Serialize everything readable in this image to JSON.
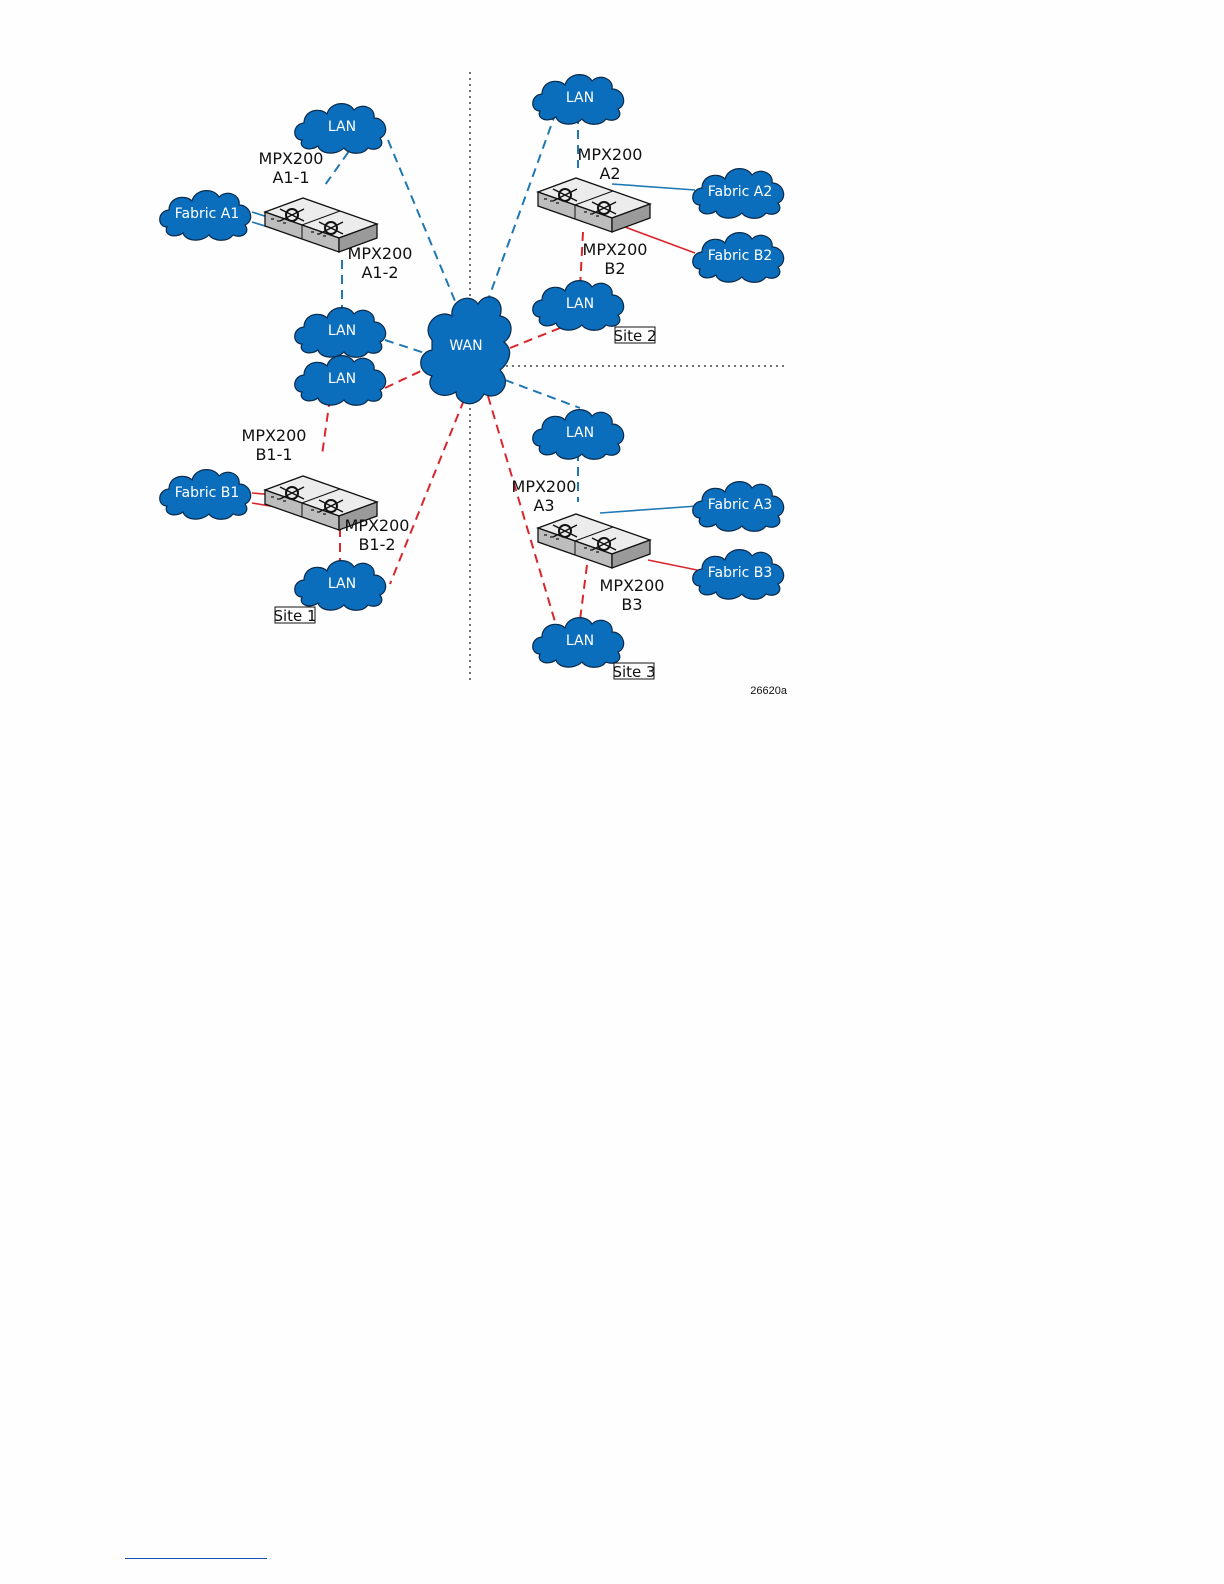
{
  "figure_id": "26620a",
  "sites": [
    "Site 1",
    "Site 2",
    "Site 3"
  ],
  "wan": {
    "label": "WAN"
  },
  "lan_label": "LAN",
  "fabrics": [
    "Fabric A1",
    "Fabric B1",
    "Fabric A2",
    "Fabric B2",
    "Fabric A3",
    "Fabric B3"
  ],
  "devices": [
    {
      "model": "MPX200",
      "id": "A1-1"
    },
    {
      "model": "MPX200",
      "id": "A1-2"
    },
    {
      "model": "MPX200",
      "id": "B1-1"
    },
    {
      "model": "MPX200",
      "id": "B1-2"
    },
    {
      "model": "MPX200",
      "id": "A2"
    },
    {
      "model": "MPX200",
      "id": "B2"
    },
    {
      "model": "MPX200",
      "id": "A3"
    },
    {
      "model": "MPX200",
      "id": "B3"
    }
  ],
  "colors": {
    "cloud": "#0a6ebd",
    "fabric_a_link": "#1f78b4",
    "fabric_b_link": "#d9262c",
    "divider": "#444444"
  }
}
